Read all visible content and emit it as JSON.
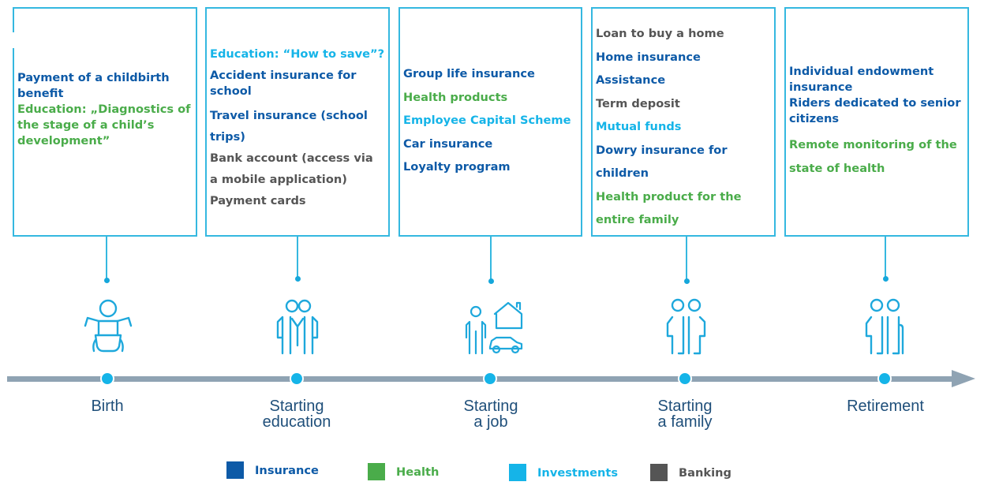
{
  "colors": {
    "insurance": "#0d5aa7",
    "health": "#4aac4a",
    "investments": "#15b4e8",
    "banking": "#555555",
    "frame": "#35b8e0",
    "timeline": "#8fa3b3",
    "stage_label": "#1f4f7a"
  },
  "stages": [
    {
      "label_lines": [
        "Birth"
      ],
      "icon": "baby-icon",
      "items": [
        {
          "text": "Payment of a childbirth benefit",
          "category": "insurance"
        },
        {
          "text": "Education: „Diagnostics of the stage of a child’s development”",
          "category": "health"
        }
      ]
    },
    {
      "label_lines": [
        "Starting",
        "education"
      ],
      "icon": "parent-child-icon",
      "items": [
        {
          "text": "Education: “How to save”?",
          "category": "investments"
        },
        {
          "text": "Accident insurance for school",
          "category": "insurance"
        },
        {
          "text": "Travel insurance (school trips)",
          "category": "insurance"
        },
        {
          "text": "Bank account (access via a mobile application)",
          "category": "banking"
        },
        {
          "text": "Payment cards",
          "category": "banking"
        }
      ]
    },
    {
      "label_lines": [
        "Starting",
        "a job"
      ],
      "icon": "person-house-car-icon",
      "items": [
        {
          "text": "Group life insurance",
          "category": "insurance"
        },
        {
          "text": "Health products",
          "category": "health"
        },
        {
          "text": "Employee Capital Scheme",
          "category": "investments"
        },
        {
          "text": "Car insurance",
          "category": "insurance"
        },
        {
          "text": "Loyalty program",
          "category": "insurance"
        }
      ]
    },
    {
      "label_lines": [
        "Starting",
        "a family"
      ],
      "icon": "couple-icon",
      "items": [
        {
          "text": "Loan to buy a home",
          "category": "banking"
        },
        {
          "text": "Home insurance",
          "category": "insurance"
        },
        {
          "text": "Assistance",
          "category": "insurance"
        },
        {
          "text": "Term deposit",
          "category": "banking"
        },
        {
          "text": "Mutual funds",
          "category": "investments"
        },
        {
          "text": "Dowry insurance for children",
          "category": "insurance"
        },
        {
          "text": "Health product for the entire family",
          "category": "health"
        }
      ]
    },
    {
      "label_lines": [
        "Retirement"
      ],
      "icon": "senior-couple-icon",
      "items": [
        {
          "text": "Individual endowment insurance",
          "category": "insurance"
        },
        {
          "text": "Riders dedicated to senior citizens",
          "category": "insurance"
        },
        {
          "text": "Remote monitoring of the state of health",
          "category": "health"
        }
      ]
    }
  ],
  "legend": [
    {
      "label": "Insurance",
      "category": "insurance"
    },
    {
      "label": "Health",
      "category": "health"
    },
    {
      "label": "Investments",
      "category": "investments"
    },
    {
      "label": "Banking",
      "category": "banking"
    }
  ]
}
